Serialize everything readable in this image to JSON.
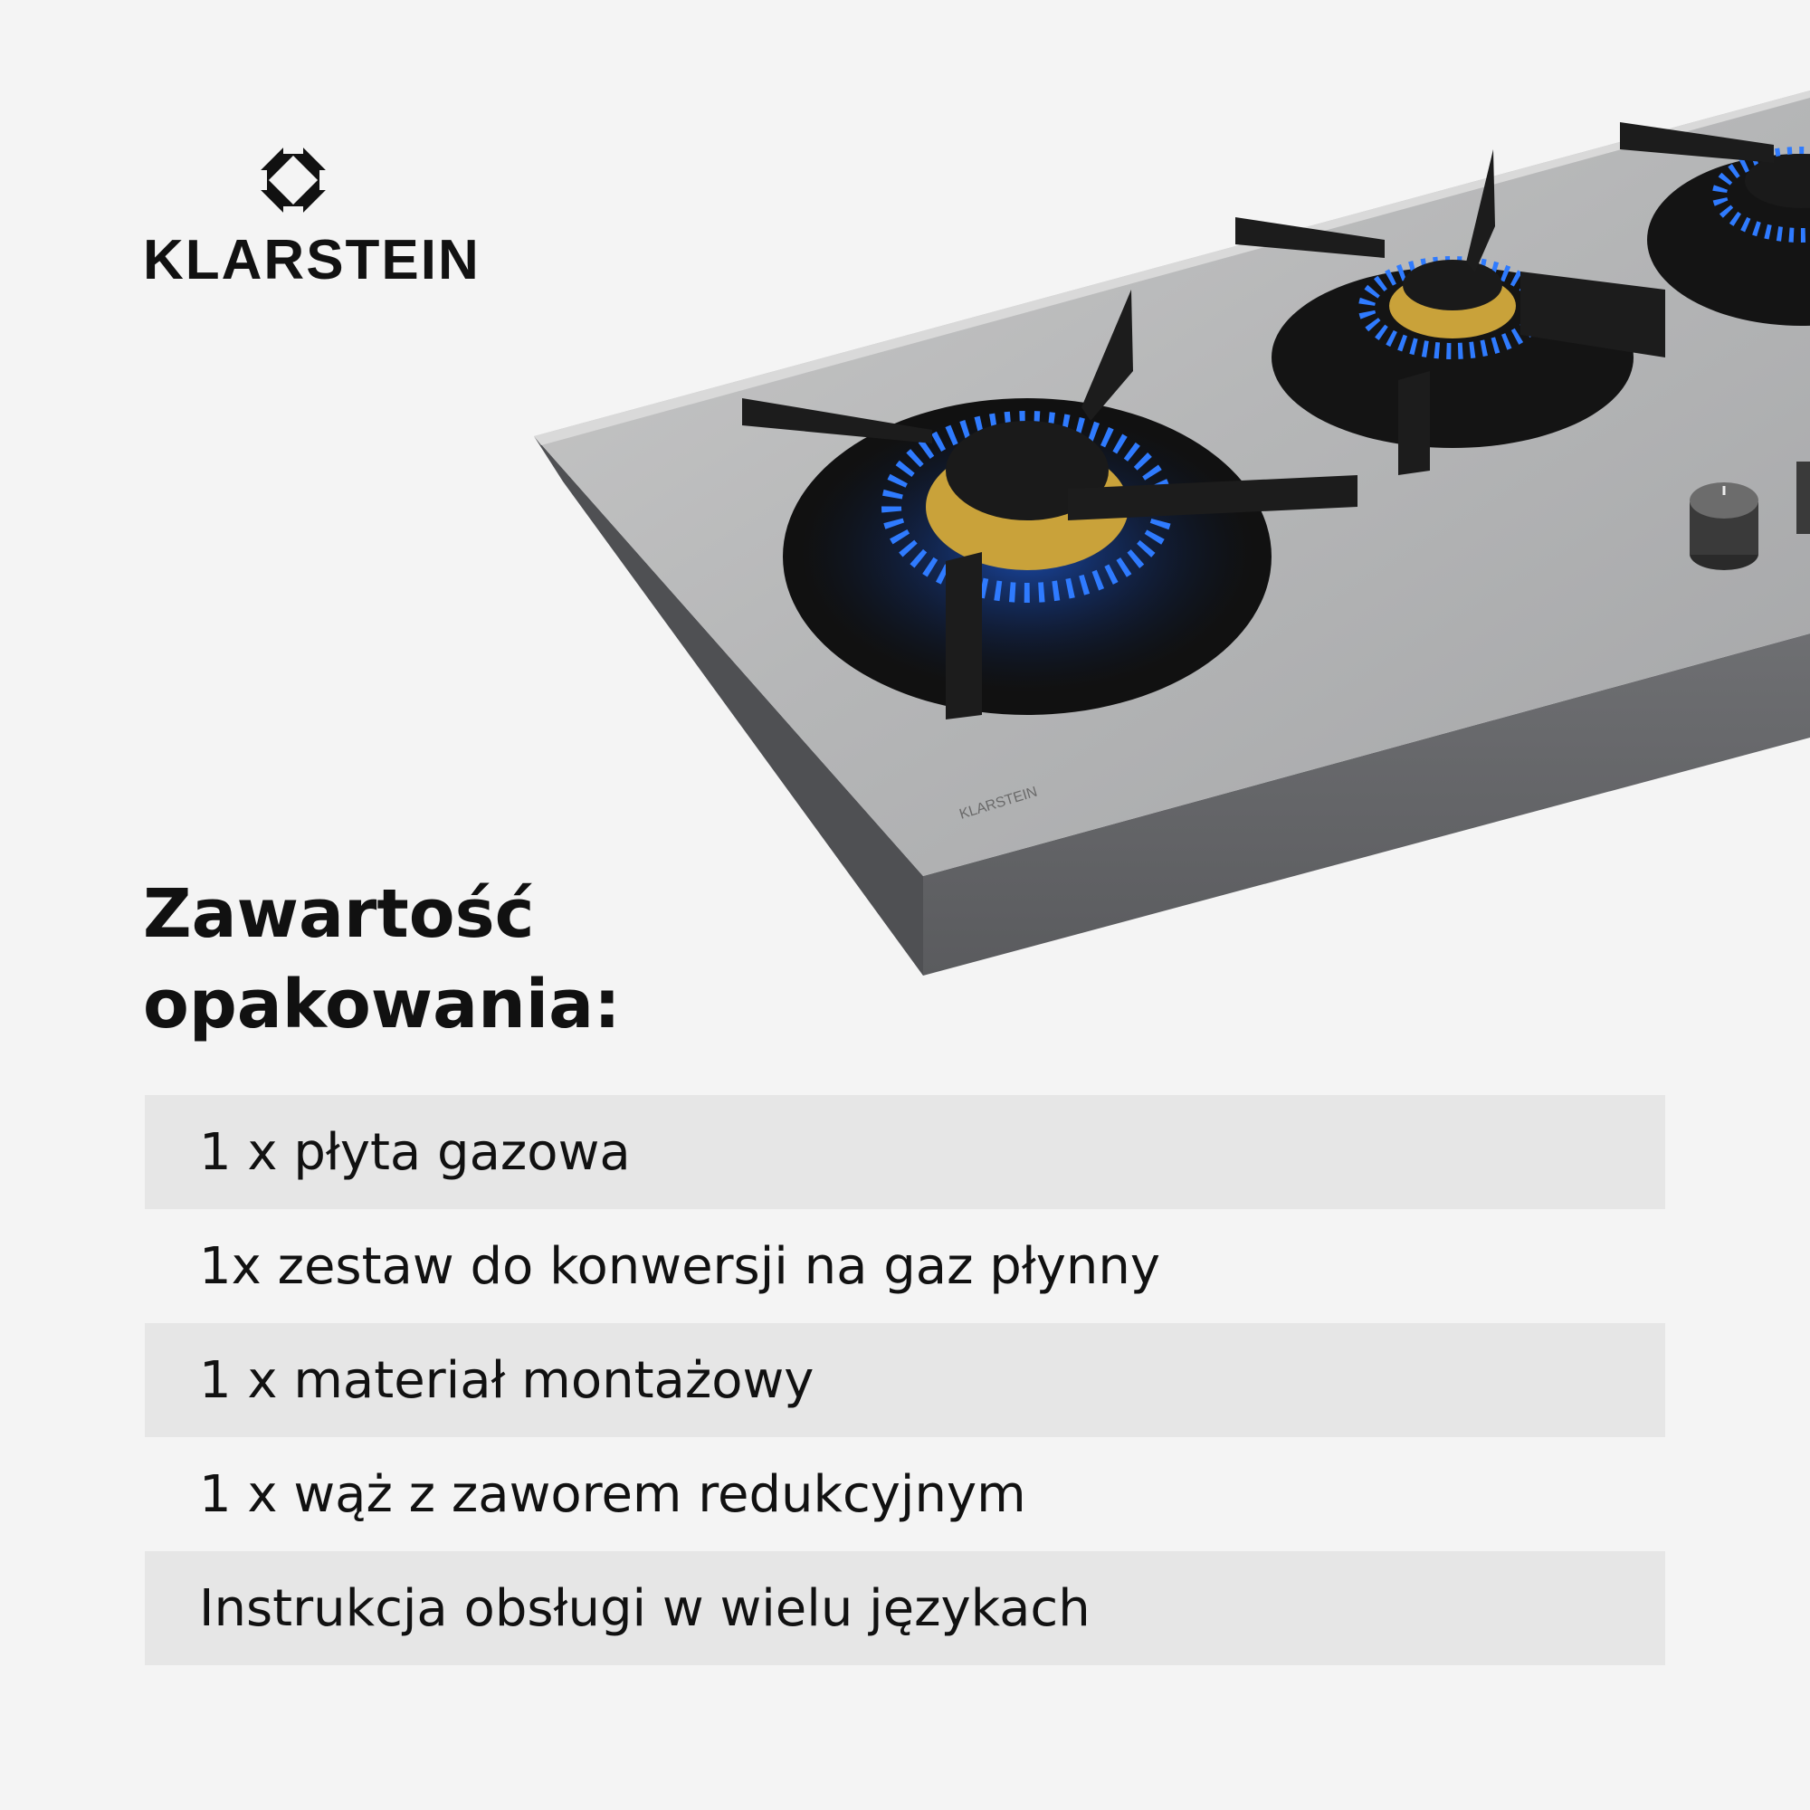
{
  "brand": {
    "name": "KLARSTEIN",
    "engraving": "KLARSTEIN"
  },
  "heading": {
    "line1": "Zawartość",
    "line2": "opakowania:"
  },
  "items": [
    "1 x płyta gazowa",
    "1x zestaw do konwersji na gaz płynny",
    "1 x materiał montażowy",
    "1 x wąż z zaworem redukcyjnym",
    "Instrukcja obsługi w wielu językach"
  ],
  "colors": {
    "background": "#f4f4f4",
    "row_shade": "#e6e6e6",
    "flame": "#2f7bff",
    "text": "#111111"
  }
}
